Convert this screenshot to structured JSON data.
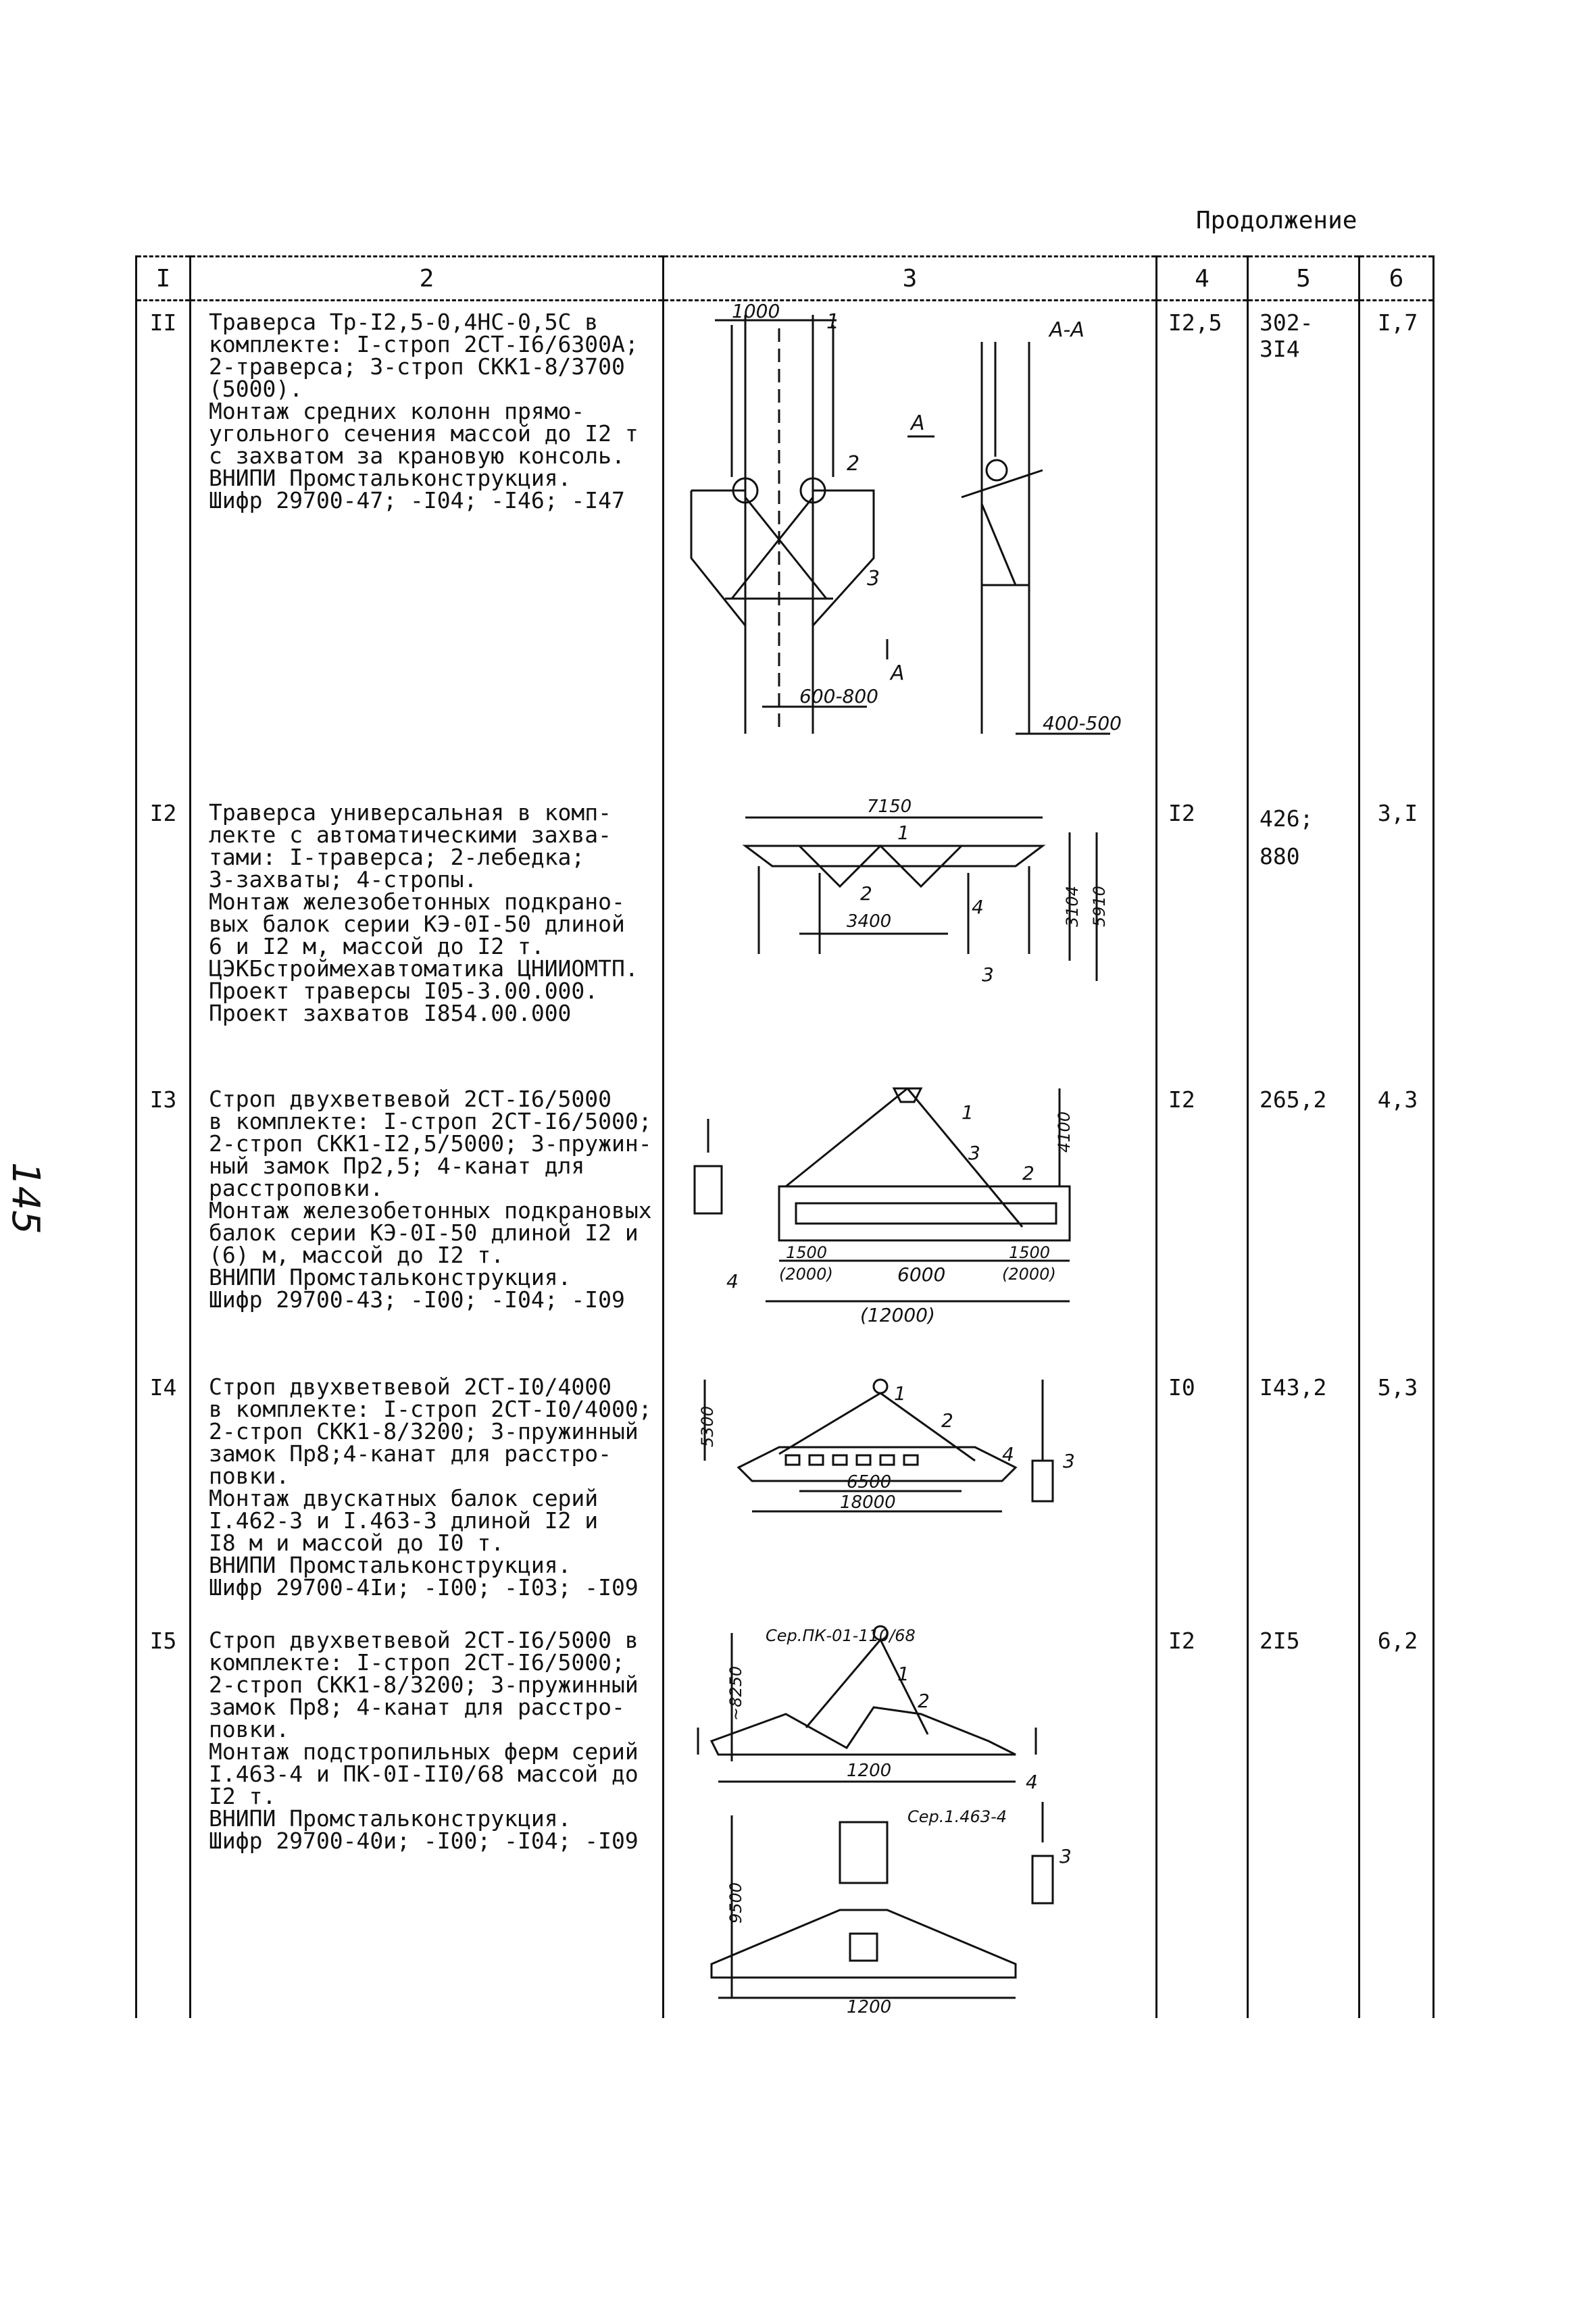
{
  "page": {
    "number": "145",
    "continuation": "Продолжение"
  },
  "headers": [
    "I",
    "2",
    "3",
    "4",
    "5",
    "6"
  ],
  "rows": [
    {
      "num": "II",
      "desc": [
        "Траверса Тр-I2,5-0,4НС-0,5С в",
        "комплекте: I-строп 2СТ-I6/6300А;",
        "2-траверса; 3-строп СКК1-8/3700",
        "(5000).",
        "Монтаж средних колонн прямо-",
        "угольного сечения массой до I2 т",
        "с захватом за крановую консоль.",
        "ВНИПИ Промстальконструкция.",
        "Шифр 29700-47; -I04; -I46; -I47"
      ],
      "col4": "I2,5",
      "col5": "302-\n3I4",
      "col6": "I,7",
      "fig": {
        "dim_top": "1000",
        "section": "А-А",
        "arrow": "А",
        "dim_a": "600-800",
        "dim_b": "400-500",
        "c1": "1",
        "c2": "2",
        "c3": "3"
      }
    },
    {
      "num": "I2",
      "desc": [
        "Траверса универсальная в комп-",
        "лекте с автоматическими захва-",
        "тами: I-траверса; 2-лебедка;",
        "3-захваты; 4-стропы.",
        "Монтаж железобетонных подкрано-",
        "вых балок серии КЭ-0I-50 длиной",
        "6 и I2 м, массой до I2 т.",
        "ЦЭКБстроймехавтоматика ЦНИИОМТП.",
        "Проект траверсы I05-3.00.000.",
        "Проект захватов I854.00.000"
      ],
      "col4": "I2",
      "col5": "426;\n880",
      "col6": "3,I",
      "fig": {
        "dim_top": "7150",
        "dim_mid": "3400",
        "dim_v1": "3104",
        "dim_v2": "5910",
        "c1": "1",
        "c2": "2",
        "c3": "3",
        "c4": "4"
      }
    },
    {
      "num": "I3",
      "desc": [
        "Строп двухветвевой 2СТ-I6/5000",
        "в комплекте: I-строп 2СТ-I6/5000;",
        "2-строп СКК1-I2,5/5000; 3-пружин-",
        "ный замок Пр2,5; 4-канат для",
        "расстроповки.",
        "Монтаж железобетонных подкрановых",
        "балок серии КЭ-0I-50 длиной I2 и",
        "(6) м, массой до I2 т.",
        "ВНИПИ Промстальконструкция.",
        "Шифр 29700-43; -I00; -I04; -I09"
      ],
      "col4": "I2",
      "col5": "265,2",
      "col6": "4,3",
      "fig": {
        "dim_v": "4100",
        "d1": "1500",
        "d1b": "(2000)",
        "d2": "6000",
        "d3": "1500",
        "d3b": "(2000)",
        "total": "(12000)",
        "c1": "1",
        "c2": "2",
        "c3": "3",
        "c4": "4"
      }
    },
    {
      "num": "I4",
      "desc": [
        "Строп двухветвевой 2СТ-I0/4000",
        "в комплекте: I-строп 2СТ-I0/4000;",
        "2-строп СКК1-8/3200; 3-пружинный",
        "замок Пр8;4-канат для расстро-",
        "повки.",
        "Монтаж двускатных балок серий",
        "I.462-3 и I.463-3 длиной I2 и",
        "I8 м и массой до I0 т.",
        "ВНИПИ Промстальконструкция.",
        "Шифр 29700-4Iи; -I00; -I03; -I09"
      ],
      "col4": "I0",
      "col5": "I43,2",
      "col6": "5,3",
      "fig": {
        "dim_v": "5300",
        "d1": "6500",
        "d2": "18000",
        "c1": "1",
        "c2": "2",
        "c3": "3",
        "c4": "4"
      }
    },
    {
      "num": "I5",
      "desc": [
        "Строп двухветвевой 2СТ-I6/5000 в",
        "комплекте: I-строп 2СТ-I6/5000;",
        "2-строп СКК1-8/3200; 3-пружинный",
        "замок Пр8; 4-канат для расстро-",
        "повки.",
        "Монтаж подстропильных ферм серий",
        "I.463-4 и ПК-0I-II0/68 массой до",
        "I2 т.",
        "ВНИПИ Промстальконструкция.",
        "Шифр 29700-40и; -I00; -I04; -I09"
      ],
      "col4": "I2",
      "col5": "2I5",
      "col6": "6,2",
      "fig": {
        "series1": "Сер.ПК-01-110/68",
        "dim_v1": "~8250",
        "w1": "1200",
        "series2": "Сер.1.463-4",
        "dim_v2": "9500",
        "w2": "1200",
        "c1": "1",
        "c2": "2",
        "c3": "3",
        "c4": "4"
      }
    }
  ]
}
